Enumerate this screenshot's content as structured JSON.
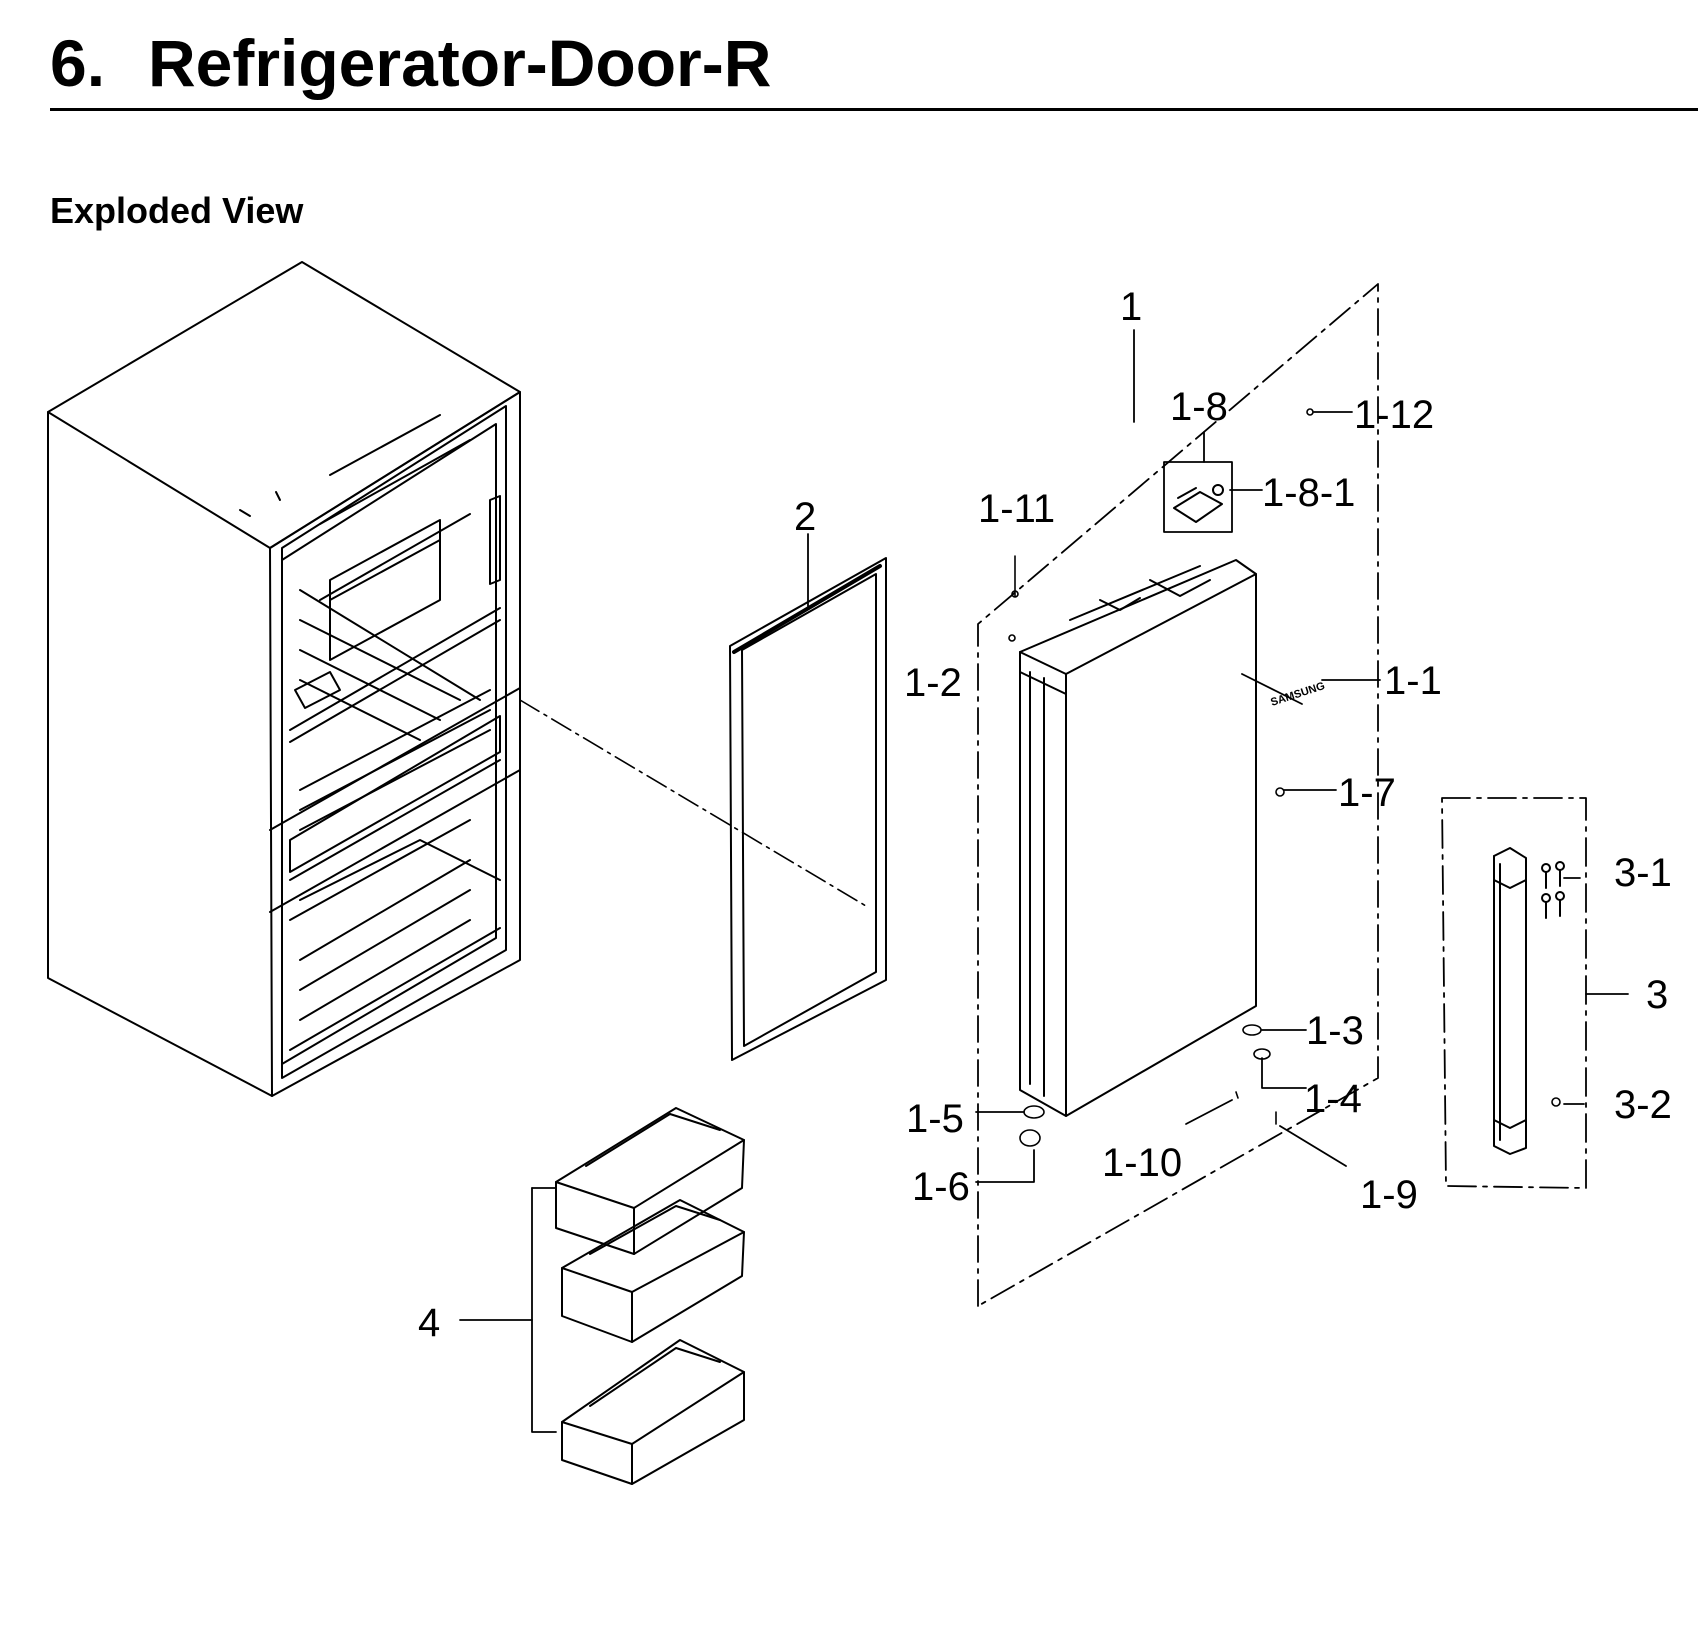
{
  "header": {
    "section_number": "6.",
    "title": "Refrigerator-Door-R"
  },
  "subtitle": "Exploded View",
  "callouts": [
    {
      "id": "door-assy",
      "label": "1"
    },
    {
      "id": "door-cover",
      "label": "1-8"
    },
    {
      "id": "screw-top",
      "label": "1-12"
    },
    {
      "id": "cover-part",
      "label": "1-8-1"
    },
    {
      "id": "screw-side",
      "label": "1-11"
    },
    {
      "id": "gasket",
      "label": "2"
    },
    {
      "id": "cap",
      "label": "1-2"
    },
    {
      "id": "emblem",
      "label": "1-1"
    },
    {
      "id": "screw-mid",
      "label": "1-7"
    },
    {
      "id": "handle-screws",
      "label": "3-1"
    },
    {
      "id": "handle-assy",
      "label": "3"
    },
    {
      "id": "stopper-a",
      "label": "1-3"
    },
    {
      "id": "stopper-b",
      "label": "1-4"
    },
    {
      "id": "stopper-c",
      "label": "1-5"
    },
    {
      "id": "handle-cap",
      "label": "3-2"
    },
    {
      "id": "bushing",
      "label": "1-6"
    },
    {
      "id": "pin",
      "label": "1-10"
    },
    {
      "id": "washer",
      "label": "1-9"
    },
    {
      "id": "door-guard",
      "label": "4"
    }
  ],
  "emblem_text": "SAMSUNG"
}
